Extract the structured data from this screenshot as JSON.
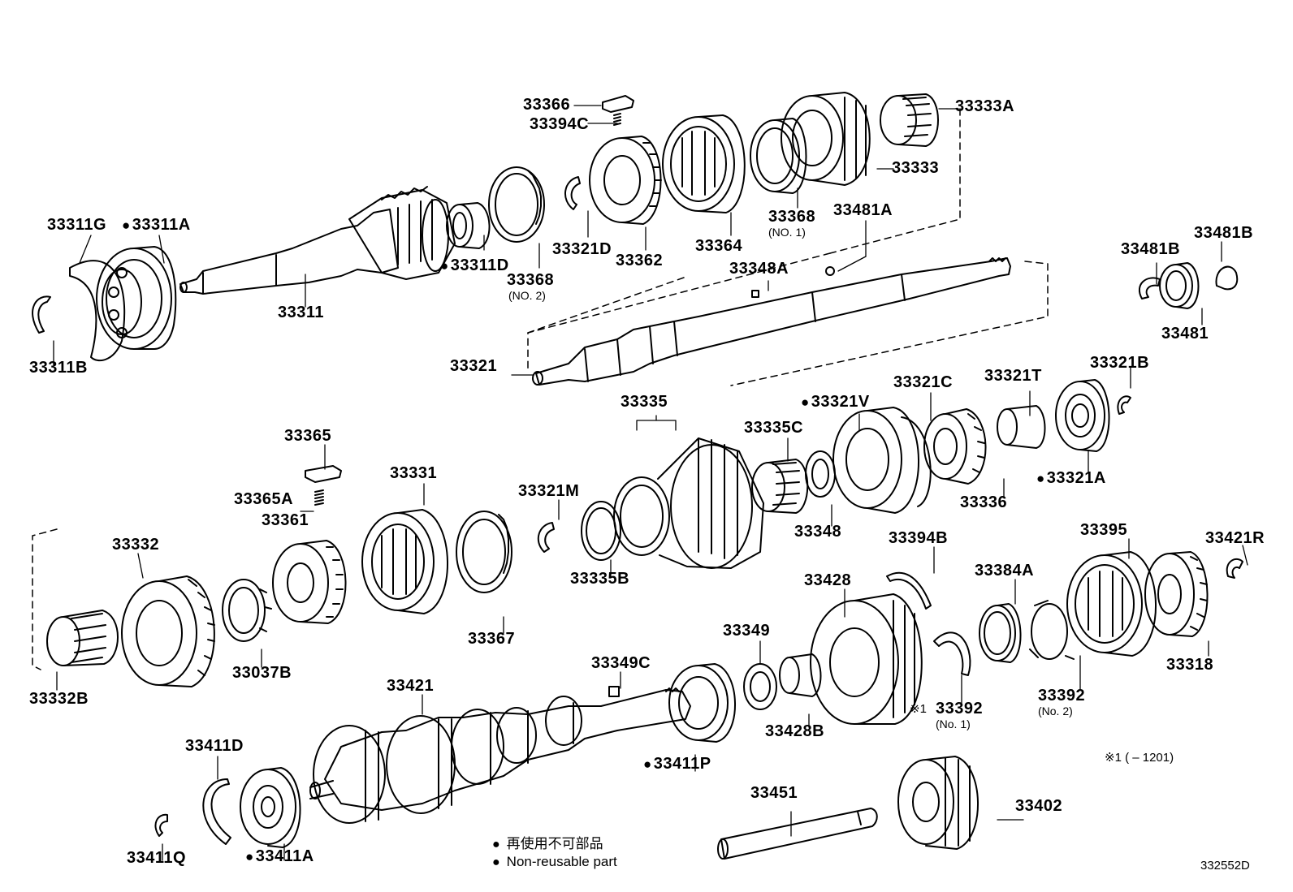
{
  "parts": {
    "p33311G": "33311G",
    "p33311A": "33311A",
    "p33311B": "33311B",
    "p33311": "33311",
    "p33311D": "33311D",
    "p33368_2": "33368",
    "p33368_2_note": "(NO. 2)",
    "p33366": "33366",
    "p33394C": "33394C",
    "p33321D": "33321D",
    "p33362": "33362",
    "p33364": "33364",
    "p33368_1": "33368",
    "p33368_1_note": "(NO. 1)",
    "p33333A": "33333A",
    "p33333": "33333",
    "p33481A": "33481A",
    "p33348A": "33348A",
    "p33481B_left": "33481B",
    "p33481B_right": "33481B",
    "p33481": "33481",
    "p33321": "33321",
    "p33335": "33335",
    "p33321V": "33321V",
    "p33321C": "33321C",
    "p33321T": "33321T",
    "p33321B": "33321B",
    "p33321A": "33321A",
    "p33335C": "33335C",
    "p33336": "33336",
    "p33348": "33348",
    "p33365": "33365",
    "p33365A": "33365A",
    "p33361": "33361",
    "p33331": "33331",
    "p33321M": "33321M",
    "p33332": "33332",
    "p33335B": "33335B",
    "p33367": "33367",
    "p33037B": "33037B",
    "p33332B": "33332B",
    "p33394B": "33394B",
    "p33395": "33395",
    "p33421R": "33421R",
    "p33428": "33428",
    "p33384A": "33384A",
    "p33349": "33349",
    "p33349C": "33349C",
    "p33318": "33318",
    "p33421": "33421",
    "p33392_1_mark": "※1",
    "p33392_1": "33392",
    "p33392_1_note": "(No. 1)",
    "p33392_2": "33392",
    "p33392_2_note": "(No. 2)",
    "p33428B": "33428B",
    "p33411D": "33411D",
    "p33411P": "33411P",
    "p33451": "33451",
    "p33402": "33402",
    "p33411Q": "33411Q",
    "p33411A": "33411A"
  },
  "footnote": "※1 (          – 1201)",
  "legend": {
    "line1": "再使用不可部品",
    "line2": "Non-reusable part"
  },
  "diagram_code": "332552D"
}
